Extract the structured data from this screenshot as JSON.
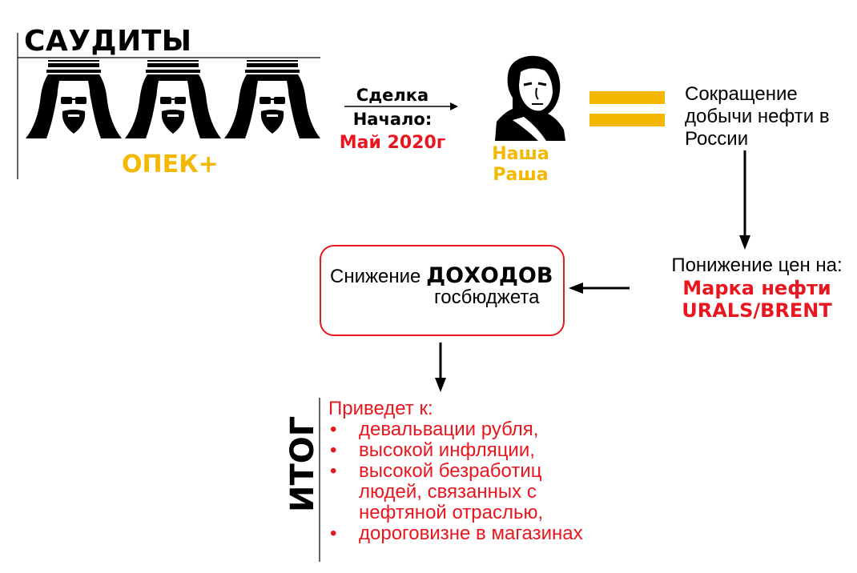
{
  "saudi": {
    "title": "САУДИТЫ",
    "group": "ОПЕК+"
  },
  "deal": {
    "label": "Сделка",
    "start_label": "Начало:",
    "start_date": "Май 2020г"
  },
  "russia": {
    "line1": "Наша",
    "line2": "Раша"
  },
  "reduction": {
    "lines": [
      "Сокращение",
      "добычи нефти в",
      "России"
    ]
  },
  "decline": {
    "label": "Понижение цен на:",
    "brand_line1": "Марка нефти",
    "brand_line2": "URALS/BRENT"
  },
  "revenue": {
    "prefix": "Снижение ",
    "bold": "ДОХОДОВ",
    "suffix": "госбюджета"
  },
  "itog": "ИТОГ",
  "result": {
    "intro": "Приведет к:",
    "items": [
      "девальвации рубля,",
      "высокой инфляции,",
      "высокой безработиц людей, связанных с нефтяной отраслью,",
      "дороговизне в магазинах"
    ]
  },
  "colors": {
    "red": "#e8161e",
    "gold": "#f4b800",
    "black": "#000000"
  },
  "icons": [
    "arab-head-icon",
    "arab-head-icon",
    "arab-head-icon",
    "putin-portrait-icon",
    "equals-icon",
    "arrow-right-icon",
    "arrow-down-icon",
    "arrow-left-icon"
  ]
}
